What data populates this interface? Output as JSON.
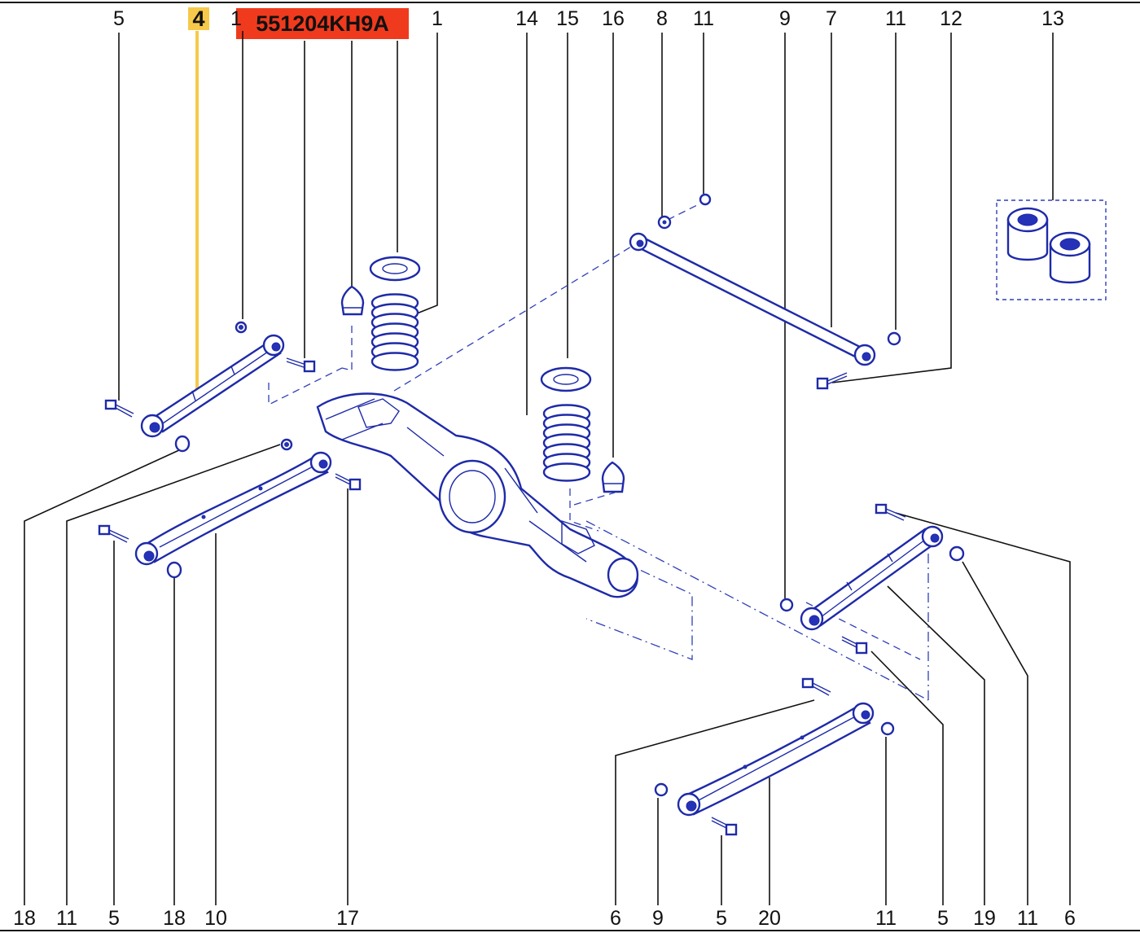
{
  "part_number": "551204KH9A",
  "highlighted_callout": "4",
  "colors": {
    "part_line": "#1e2aa8",
    "highlight": "#f6c94a",
    "badge": "#f03a1e"
  },
  "callouts_top": [
    "5",
    "1",
    "1",
    "14",
    "15",
    "16",
    "8",
    "11",
    "9",
    "7",
    "11",
    "12",
    "13"
  ],
  "callouts_bottom": [
    "18",
    "11",
    "5",
    "18",
    "10",
    "17",
    "6",
    "9",
    "5",
    "20",
    "11",
    "5",
    "19",
    "11",
    "6"
  ]
}
